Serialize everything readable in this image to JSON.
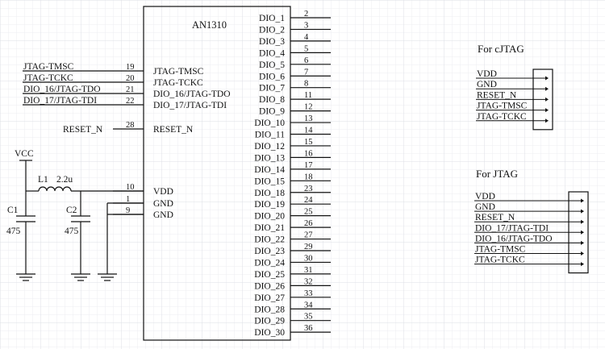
{
  "chip": {
    "name": "AN1310",
    "left_pins": [
      {
        "num": "19",
        "label": "JTAG-TMSC",
        "net": "JTAG-TMSC"
      },
      {
        "num": "20",
        "label": "JTAG-TCKC",
        "net": "JTAG-TCKC"
      },
      {
        "num": "21",
        "label": "DIO_16/JTAG-TDO",
        "net": "DIO_16/JTAG-TDO"
      },
      {
        "num": "22",
        "label": "DIO_17/JTAG-TDI",
        "net": "DIO_17/JTAG-TDI"
      },
      {
        "num": "28",
        "label": "RESET_N",
        "net": "RESET_N"
      },
      {
        "num": "10",
        "label": "VDD",
        "net": ""
      },
      {
        "num": "1",
        "label": "GND",
        "net": ""
      },
      {
        "num": "9",
        "label": "GND",
        "net": ""
      }
    ],
    "right_pins": [
      {
        "num": "2",
        "label": "DIO_1"
      },
      {
        "num": "3",
        "label": "DIO_2"
      },
      {
        "num": "4",
        "label": "DIO_3"
      },
      {
        "num": "5",
        "label": "DIO_4"
      },
      {
        "num": "6",
        "label": "DIO_5"
      },
      {
        "num": "7",
        "label": "DIO_6"
      },
      {
        "num": "8",
        "label": "DIO_7"
      },
      {
        "num": "11",
        "label": "DIO_8"
      },
      {
        "num": "12",
        "label": "DIO_9"
      },
      {
        "num": "13",
        "label": "DIO_10"
      },
      {
        "num": "14",
        "label": "DIO_11"
      },
      {
        "num": "15",
        "label": "DIO_12"
      },
      {
        "num": "16",
        "label": "DIO_13"
      },
      {
        "num": "17",
        "label": "DIO_14"
      },
      {
        "num": "18",
        "label": "DIO_15"
      },
      {
        "num": "23",
        "label": "DIO_18"
      },
      {
        "num": "24",
        "label": "DIO_19"
      },
      {
        "num": "25",
        "label": "DIO_20"
      },
      {
        "num": "26",
        "label": "DIO_21"
      },
      {
        "num": "27",
        "label": "DIO_22"
      },
      {
        "num": "29",
        "label": "DIO_23"
      },
      {
        "num": "30",
        "label": "DIO_24"
      },
      {
        "num": "31",
        "label": "DIO_25"
      },
      {
        "num": "32",
        "label": "DIO_26"
      },
      {
        "num": "33",
        "label": "DIO_27"
      },
      {
        "num": "34",
        "label": "DIO_28"
      },
      {
        "num": "35",
        "label": "DIO_29"
      },
      {
        "num": "36",
        "label": "DIO_30"
      }
    ]
  },
  "power": {
    "vcc": "VCC",
    "inductor": {
      "ref": "L1",
      "value": "2.2u"
    },
    "c1": {
      "ref": "C1",
      "value": "475"
    },
    "c2": {
      "ref": "C2",
      "value": "475"
    }
  },
  "connectors": [
    {
      "title": "For cJTAG",
      "pins": [
        "VDD",
        "GND",
        "RESET_N",
        "JTAG-TMSC",
        "JTAG-TCKC"
      ]
    },
    {
      "title": "For JTAG",
      "pins": [
        "VDD",
        "GND",
        "RESET_N",
        "DIO_17/JTAG-TDI",
        "DIO_16/JTAG-TDO",
        "JTAG-TMSC",
        "JTAG-TCKC"
      ]
    }
  ]
}
